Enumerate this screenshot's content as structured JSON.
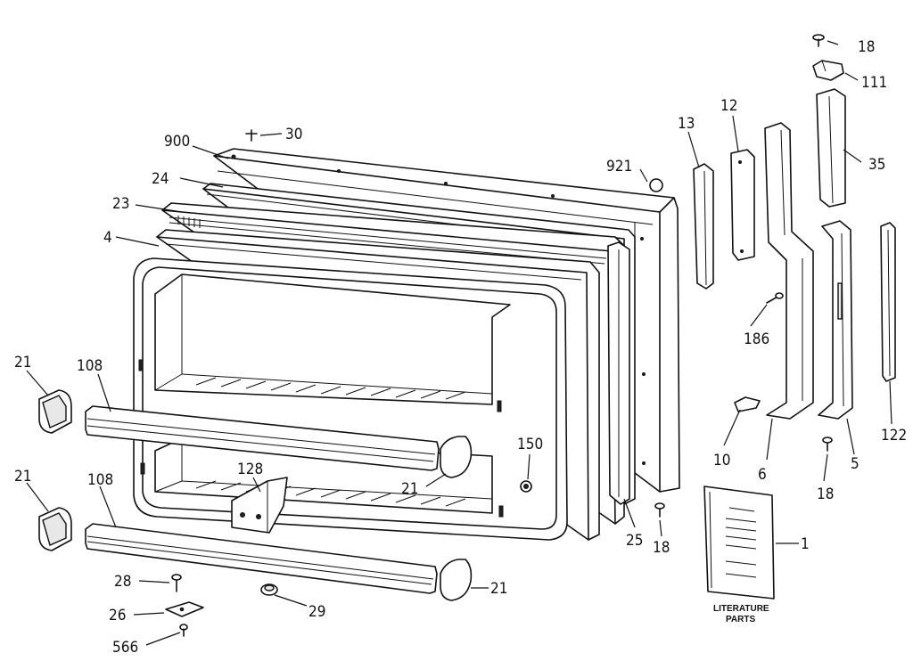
{
  "diagram": {
    "part_labels": [
      "18",
      "111",
      "35",
      "12",
      "13",
      "30",
      "900",
      "921",
      "24",
      "23",
      "4",
      "186",
      "21",
      "108",
      "150",
      "10",
      "6",
      "5",
      "122",
      "128",
      "25",
      "18",
      "18",
      "21",
      "108",
      "21",
      "1",
      "28",
      "29",
      "26",
      "566"
    ],
    "literature": {
      "line1": "LITERATURE",
      "line2": "PARTS"
    }
  }
}
